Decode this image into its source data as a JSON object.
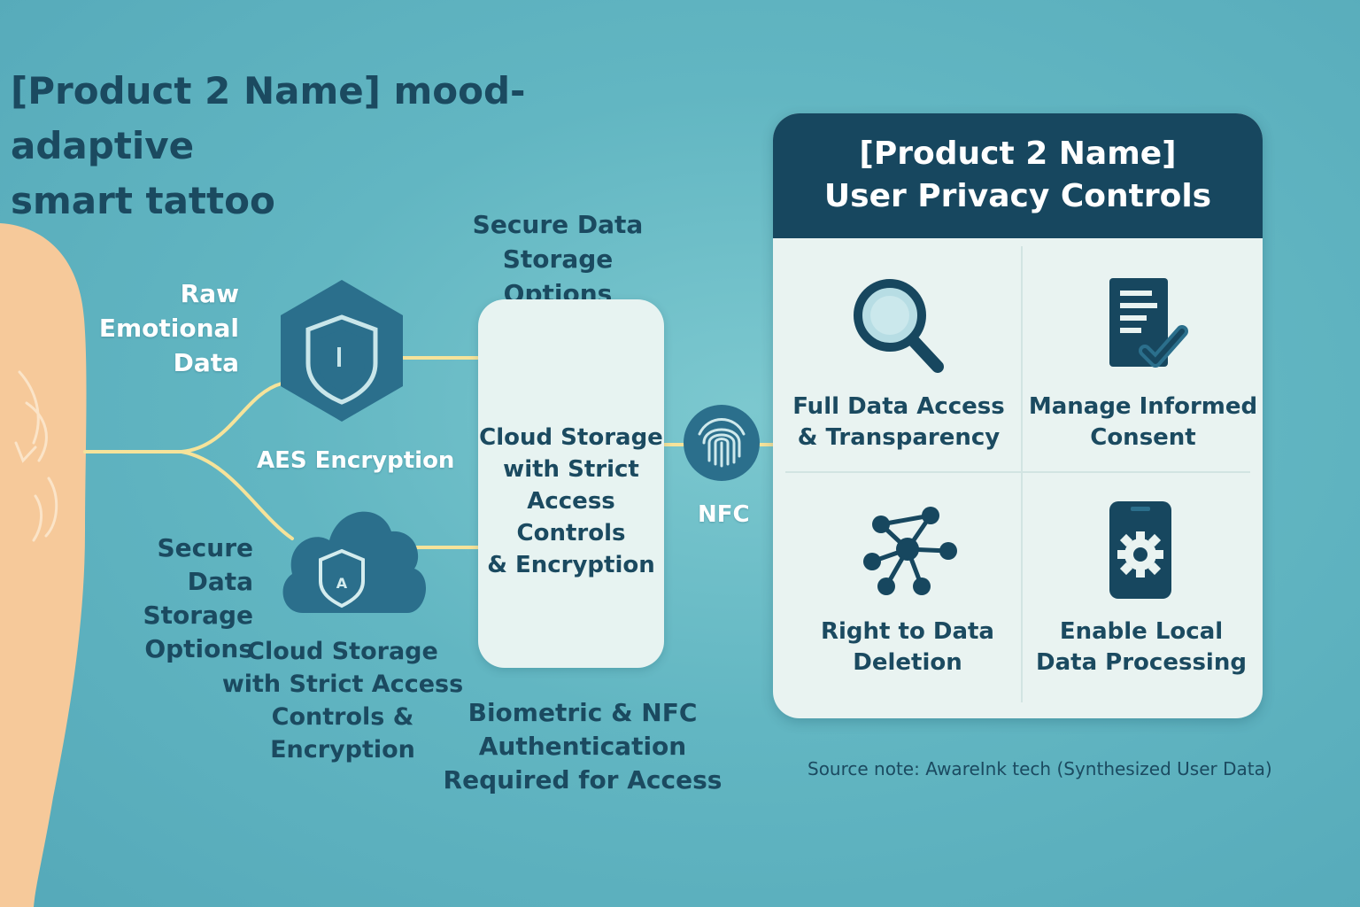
{
  "title_line1": "[Product 2 Name] mood-adaptive",
  "title_line2": "smart tattoo",
  "flow": {
    "raw_data": [
      "Raw",
      "Emotional",
      "Data"
    ],
    "aes_label": "AES Encryption",
    "secure_storage_top": [
      "Secure Data Storage",
      "Options"
    ],
    "secure_storage_left": [
      "Secure",
      "Data Storage",
      "Options"
    ],
    "cloud_left": [
      "Cloud Storage",
      "with Strict Access",
      "Controls & Encryption"
    ],
    "cloud_card": [
      "Cloud Storage",
      "with Strict",
      "Access Controls",
      "& Encryption"
    ],
    "biometric": [
      "Biometric & NFC",
      "Authentication",
      "Required for Access"
    ],
    "nfc_label": "NFC"
  },
  "panel": {
    "title_line1": "[Product 2 Name]",
    "title_line2": "User Privacy Controls",
    "items": [
      {
        "icon": "magnifier-icon",
        "lines": [
          "Full Data Access",
          "& Transparency"
        ]
      },
      {
        "icon": "document-check-icon",
        "lines": [
          "Manage Informed",
          "Consent"
        ]
      },
      {
        "icon": "network-icon",
        "lines": [
          "Right to Data",
          "Deletion"
        ]
      },
      {
        "icon": "phone-gear-icon",
        "lines": [
          "Enable Local",
          "Data Processing"
        ]
      }
    ]
  },
  "source_note": "Source note: AwareInk tech (Synthesized User Data)",
  "colors": {
    "background": "#62b6c2",
    "navy": "#17475f",
    "teal_icon": "#2b6f8c",
    "glow_line": "#f6e39a",
    "skin": "#f6c99a",
    "card": "#e9f3f1"
  }
}
